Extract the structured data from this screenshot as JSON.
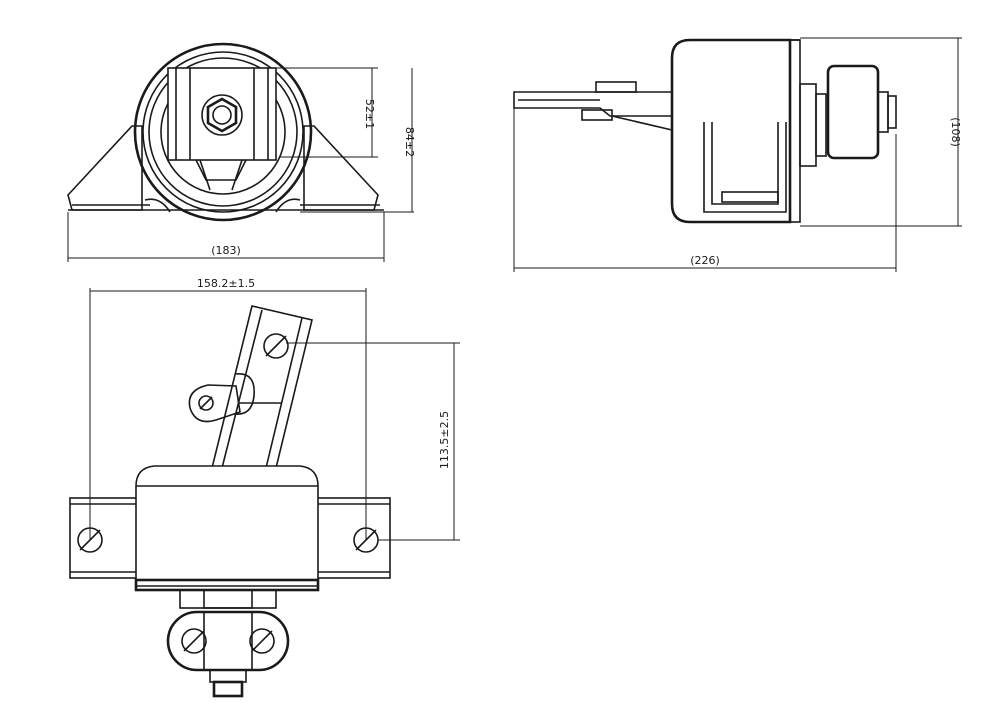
{
  "drawing": {
    "front_view": {
      "height_small": "52±1",
      "height_total": "84±2",
      "width": "(183)"
    },
    "side_view": {
      "length": "(226)",
      "height": "(108)"
    },
    "top_view": {
      "hole_spacing": "158.2±1.5",
      "offset": "113.5±2.5"
    }
  }
}
